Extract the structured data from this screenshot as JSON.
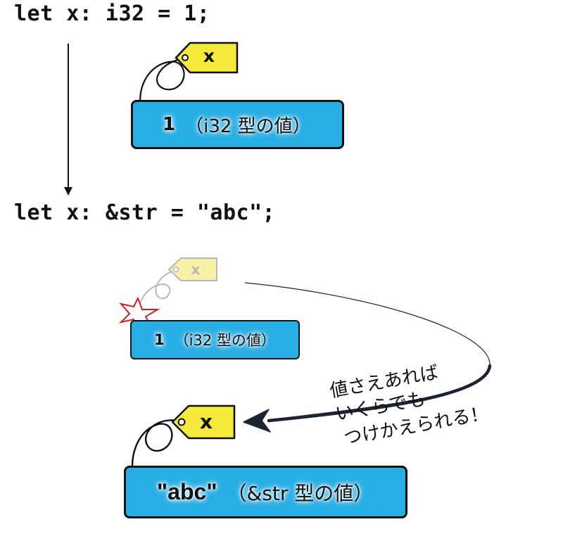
{
  "code": {
    "line1": "let x: i32 = 1;",
    "line2": "let x: &str = \"abc\";"
  },
  "boxes": {
    "first": {
      "value": "1",
      "type": "（i32 型の値）"
    },
    "old": {
      "value": "1",
      "type": "（i32 型の値）"
    },
    "new": {
      "value": "\"abc\"",
      "type": "（&str 型の値）"
    }
  },
  "tags": {
    "first": "x",
    "old": "x",
    "new": "x"
  },
  "note": {
    "line1": "値さえあれば",
    "line2": "いくらでも",
    "line3": "つけかえられる！"
  },
  "colors": {
    "box_fill": "#27aee4",
    "tag_fill": "#f5e93c",
    "tag_faded_fill": "#f8f1a8",
    "break_mark": "#cc2222",
    "arrow": "#1c2433"
  }
}
